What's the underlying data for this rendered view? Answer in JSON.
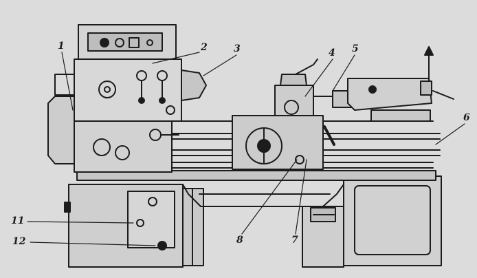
{
  "diagram": {
    "callouts": [
      {
        "id": "c1",
        "text": "1"
      },
      {
        "id": "c2",
        "text": "2"
      },
      {
        "id": "c3",
        "text": "3"
      },
      {
        "id": "c4",
        "text": "4"
      },
      {
        "id": "c5",
        "text": "5"
      },
      {
        "id": "c6",
        "text": "6"
      },
      {
        "id": "c7",
        "text": "7"
      },
      {
        "id": "c8",
        "text": "8"
      },
      {
        "id": "c11",
        "text": "11"
      },
      {
        "id": "c12",
        "text": "12"
      }
    ],
    "colors": {
      "ink": "#1c1c1c",
      "paper": "#dcdcdc",
      "shade": "#bdbdbd"
    }
  }
}
